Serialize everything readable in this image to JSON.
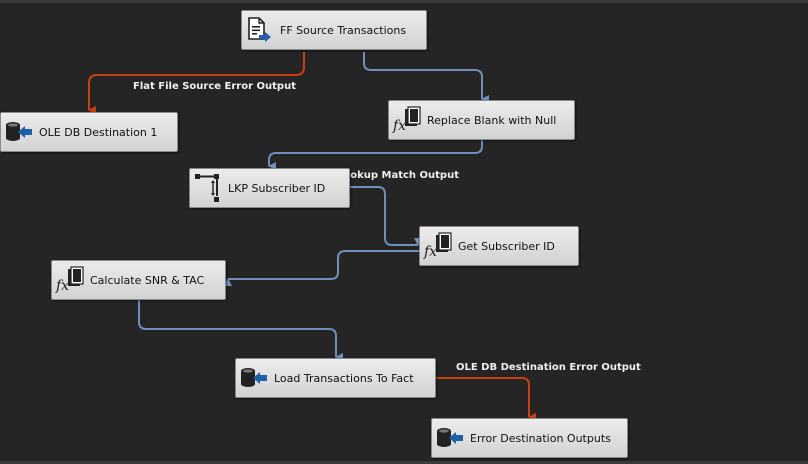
{
  "canvas": {
    "background": "#252526",
    "path_color": "#6f8fb8",
    "error_path_color": "#c8400e"
  },
  "components": {
    "ff_source": {
      "label": "FF Source Transactions",
      "icon": "flat-file-source-icon"
    },
    "ole_dest_1": {
      "label": "OLE DB Destination 1",
      "icon": "ole-db-destination-icon"
    },
    "replace_blank": {
      "label": "Replace Blank with Null",
      "icon": "derived-column-icon"
    },
    "lkp_subscriber": {
      "label": "LKP Subscriber ID",
      "icon": "lookup-icon"
    },
    "get_subscriber": {
      "label": "Get Subscriber ID",
      "icon": "derived-column-icon"
    },
    "calc_snr": {
      "label": "Calculate SNR & TAC",
      "icon": "derived-column-icon"
    },
    "load_fact": {
      "label": "Load Transactions To Fact",
      "icon": "ole-db-destination-icon"
    },
    "error_dest": {
      "label": "Error Destination Outputs",
      "icon": "ole-db-destination-icon"
    }
  },
  "path_labels": {
    "flat_file_error": "Flat File Source Error Output",
    "lookup_match": "Lookup Match Output",
    "ole_db_error": "OLE DB Destination Error Output"
  }
}
